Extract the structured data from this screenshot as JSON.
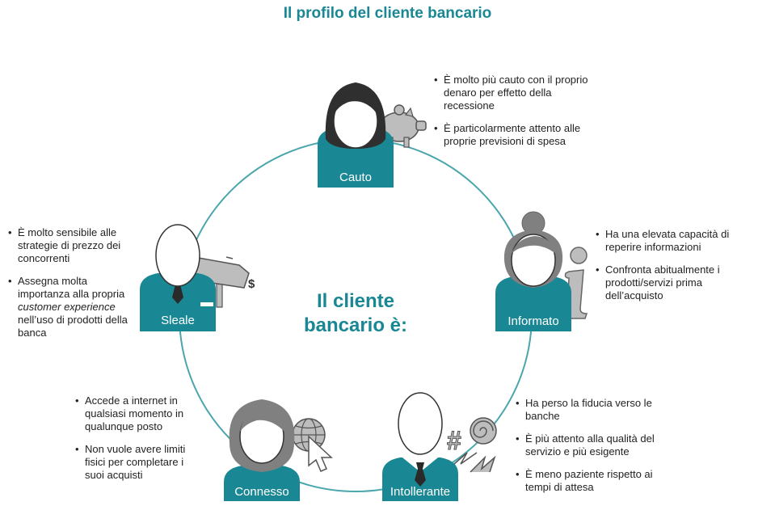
{
  "title": "Il profilo del cliente bancario",
  "center": {
    "line1": "Il cliente",
    "line2": "bancario è:"
  },
  "colors": {
    "teal": "#1a8794",
    "ring": "#4aa6ad",
    "gray_dark": "#3a3a3a",
    "gray_mid": "#808080",
    "gray_light": "#bdbdbd"
  },
  "profiles": [
    {
      "id": "cauto",
      "label": "Cauto",
      "icon": "piggy-bank-icon",
      "bullets": [
        "È molto più cauto con il proprio denaro per effetto della recessione",
        "È particolarmente attento alle proprie previsioni di spesa"
      ]
    },
    {
      "id": "informato",
      "label": "Informato",
      "icon": "info-icon",
      "bullets": [
        "Ha una elevata capacità di reperire informazioni",
        "Confronta abitualmente i prodotti/servizi prima dell’acquisto"
      ]
    },
    {
      "id": "intollerante",
      "label": "Intollerante",
      "icon": "frustration-symbols-icon",
      "bullets": [
        "Ha perso la fiducia verso le banche",
        "È più attento alla qualità del servizio e più esigente",
        "È meno paziente rispetto ai tempi di attesa"
      ]
    },
    {
      "id": "connesso",
      "label": "Connesso",
      "icon": "globe-cursor-icon",
      "bullets": [
        "Accede a internet in qualsiasi momento in qualunque posto",
        "Non vuole avere limiti fisici per completare i suoi acquisti"
      ]
    },
    {
      "id": "sleale",
      "label": "Sleale",
      "icon": "signpost-dollar-icon",
      "bullets": [
        "È molto sensibile alle strategie di prezzo dei concorrenti"
      ],
      "bullet2": {
        "pre": "Assegna molta importanza alla propria ",
        "em": "customer experience",
        "post": " nell’uso di prodotti della banca"
      }
    }
  ]
}
